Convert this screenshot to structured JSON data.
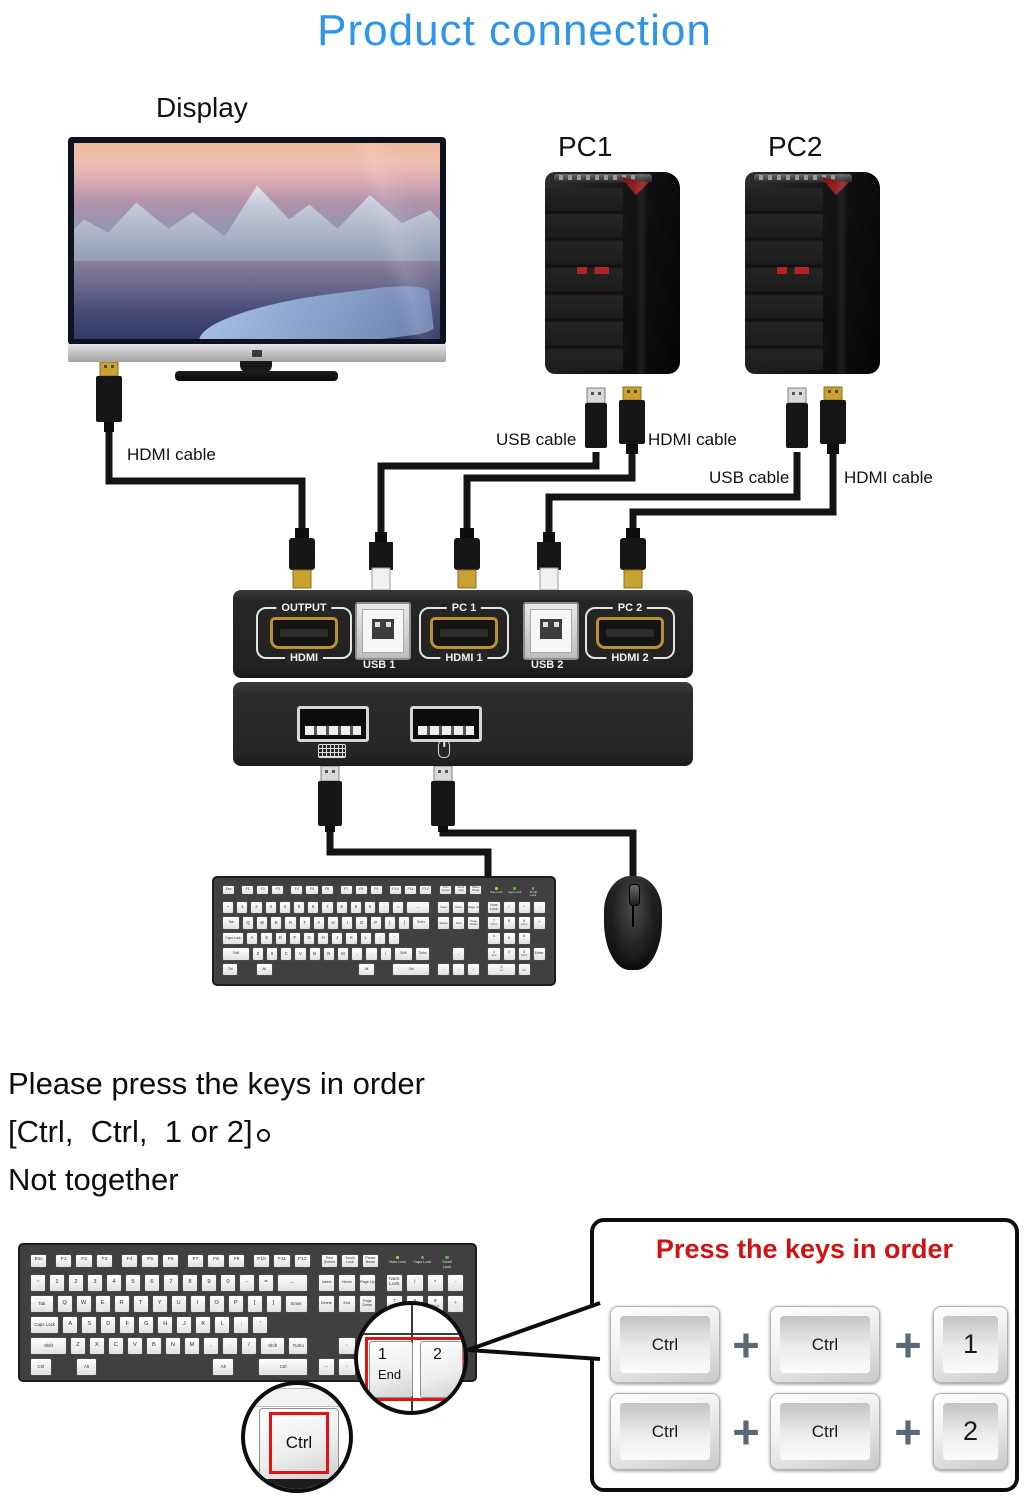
{
  "title": {
    "text": "Product connection",
    "color": "#2d95ec"
  },
  "devices": {
    "display": {
      "label": "Display"
    },
    "pc1": {
      "label": "PC1"
    },
    "pc2": {
      "label": "PC2"
    }
  },
  "cable_labels": [
    {
      "id": "display-hdmi",
      "text": "HDMI cable"
    },
    {
      "id": "pc1-usb",
      "text": "USB cable"
    },
    {
      "id": "pc1-hdmi",
      "text": "HDMI cable"
    },
    {
      "id": "pc2-usb",
      "text": "USB cable"
    },
    {
      "id": "pc2-hdmi",
      "text": "HDMI cable"
    }
  ],
  "kvm": {
    "rear_ports": [
      {
        "top": "OUTPUT",
        "bottom": "HDMI"
      },
      {
        "label": "USB 1"
      },
      {
        "top": "PC 1",
        "bottom": "HDMI 1"
      },
      {
        "label": "USB 2"
      },
      {
        "top": "PC 2",
        "bottom": "HDMI 2"
      }
    ],
    "front_icons": [
      "keyboard-icon",
      "mouse-icon"
    ]
  },
  "instructions": {
    "line1": "Please press the keys in order",
    "line2": "[Ctrl,  Ctrl,  1 or 2]",
    "line3": "Not together"
  },
  "callout": {
    "title": "Press the keys in order",
    "title_color": "#cf1212",
    "plus": "+",
    "rows": [
      [
        "Ctrl",
        "Ctrl",
        "1"
      ],
      [
        "Ctrl",
        "Ctrl",
        "2"
      ]
    ]
  },
  "magnifiers": {
    "numpad": {
      "key1_top": "1",
      "key1_bottom": "End",
      "key2": "2"
    },
    "ctrl": "Ctrl"
  },
  "keyboard_layout": {
    "leds": [
      "Num Lock",
      "Caps Lock",
      "Scroll Lock"
    ],
    "led_colors": [
      "#d4c832",
      "#5fb549",
      "#5fb549"
    ],
    "fn_groups": [
      [
        "Esc"
      ],
      [
        "F1",
        "F2",
        "F3"
      ],
      [
        "F4",
        "F5",
        "F6"
      ],
      [
        "F7",
        "F8",
        "F9"
      ],
      [
        "F10",
        "F11",
        "F12"
      ]
    ],
    "sys_keys": [
      "Print Screen",
      "Scroll Lock",
      "Pause Break"
    ],
    "main_rows": [
      [
        [
          "~",
          1
        ],
        [
          "1",
          1
        ],
        [
          "2",
          1
        ],
        [
          "3",
          1
        ],
        [
          "4",
          1
        ],
        [
          "5",
          1
        ],
        [
          "6",
          1
        ],
        [
          "7",
          1
        ],
        [
          "8",
          1
        ],
        [
          "9",
          1
        ],
        [
          "0",
          1
        ],
        [
          "-",
          1
        ],
        [
          "=",
          1
        ],
        [
          "←",
          1.8
        ]
      ],
      [
        [
          "Tab",
          1.4
        ],
        [
          "Q",
          1
        ],
        [
          "W",
          1
        ],
        [
          "E",
          1
        ],
        [
          "R",
          1
        ],
        [
          "T",
          1
        ],
        [
          "Y",
          1
        ],
        [
          "U",
          1
        ],
        [
          "I",
          1
        ],
        [
          "O",
          1
        ],
        [
          "P",
          1
        ],
        [
          "[",
          1
        ],
        [
          "]",
          1
        ],
        [
          "Enter",
          1.4
        ]
      ],
      [
        [
          "Caps Lock",
          1.7
        ],
        [
          "A",
          1
        ],
        [
          "S",
          1
        ],
        [
          "D",
          1
        ],
        [
          "F",
          1
        ],
        [
          "G",
          1
        ],
        [
          "H",
          1
        ],
        [
          "J",
          1
        ],
        [
          "K",
          1
        ],
        [
          "L",
          1
        ],
        [
          ";",
          1
        ],
        [
          "'",
          1
        ],
        [
          "",
          2.1
        ]
      ],
      [
        [
          "Shift",
          2.1
        ],
        [
          "Z",
          1
        ],
        [
          "X",
          1
        ],
        [
          "C",
          1
        ],
        [
          "V",
          1
        ],
        [
          "B",
          1
        ],
        [
          "N",
          1
        ],
        [
          "M",
          1
        ],
        [
          ",",
          1
        ],
        [
          ".",
          1
        ],
        [
          "/",
          1
        ],
        [
          "Shift",
          1.5
        ],
        [
          "Turbo",
          1.2
        ]
      ],
      [
        [
          "Ctrl",
          1.3
        ],
        [
          "",
          1.1
        ],
        [
          "Alt",
          1.3
        ],
        [
          "",
          5.9
        ],
        [
          "Alt",
          1.3
        ],
        [
          "",
          1.1
        ],
        [
          "Ctrl",
          2.8
        ]
      ]
    ],
    "nav_rows": [
      [
        "Insert",
        "Home",
        "Page Up"
      ],
      [
        "Delete",
        "End",
        "Page Down"
      ],
      [
        "",
        "",
        ""
      ],
      [
        "",
        "↑",
        ""
      ],
      [
        "←",
        "↓",
        "→"
      ]
    ],
    "numpad_rows": [
      [
        [
          "Num Lock",
          "",
          1
        ],
        [
          "/",
          "",
          1
        ],
        [
          "*",
          "",
          1
        ],
        [
          "-",
          "",
          1
        ]
      ],
      [
        [
          "7",
          "Home",
          1
        ],
        [
          "8",
          "↑",
          1
        ],
        [
          "9",
          "PgUp",
          1
        ],
        [
          "+",
          "",
          1
        ]
      ],
      [
        [
          "4",
          "←",
          1
        ],
        [
          "5",
          "",
          1
        ],
        [
          "6",
          "→",
          1
        ],
        [
          "",
          "",
          1
        ]
      ],
      [
        [
          "1",
          "End",
          1
        ],
        [
          "2",
          "↓",
          1
        ],
        [
          "3",
          "PgDn",
          1
        ],
        [
          "Enter",
          "",
          1
        ]
      ],
      [
        [
          "0",
          "Ins",
          2
        ],
        [
          ".",
          "Del",
          1
        ],
        [
          "",
          "",
          1
        ]
      ]
    ]
  }
}
